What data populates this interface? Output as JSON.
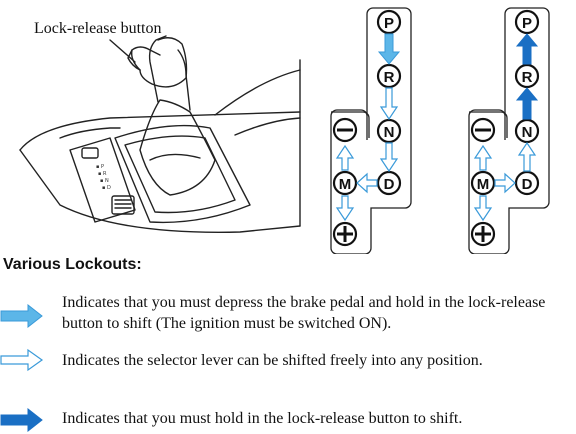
{
  "callout": {
    "label": "Lock-release button"
  },
  "section_heading": "Various Lockouts:",
  "gate": {
    "positions": [
      "P",
      "R",
      "N",
      "D",
      "M",
      "+",
      "−"
    ]
  },
  "legend": [
    {
      "style": "brake-and-button",
      "color": "#5cb6e8",
      "text": "Indicates that you must depress the brake pedal and hold in the lock-release button to shift (The ignition must be switched ON)."
    },
    {
      "style": "free-shift",
      "color": "#ffffff",
      "text": "Indicates the selector lever can be shifted freely into any position."
    },
    {
      "style": "button-only",
      "color": "#1a6fc4",
      "text": "Indicates that you must hold in the lock-release button to shift."
    }
  ],
  "colors": {
    "light_arrow": "#5cb6e8",
    "outline_arrow_stroke": "#3a9ad9",
    "dark_arrow": "#1a6fc4"
  }
}
